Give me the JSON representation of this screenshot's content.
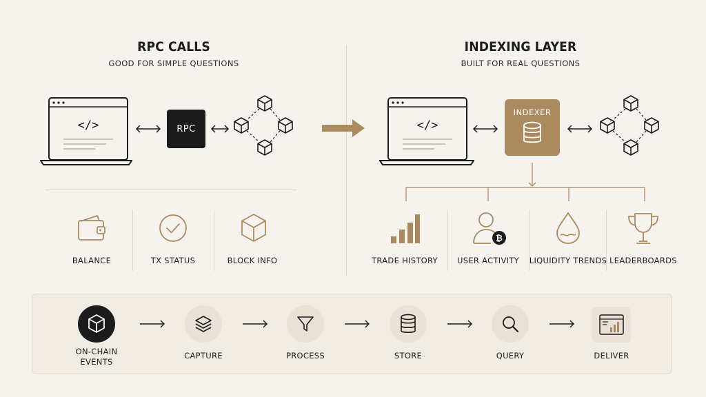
{
  "left": {
    "title": "RPC CALLS",
    "subtitle": "GOOD FOR SIMPLE QUESTIONS",
    "node_label": "RPC",
    "use_cases": [
      {
        "label": "BALANCE",
        "icon": "wallet-icon"
      },
      {
        "label": "TX STATUS",
        "icon": "check-circle-icon"
      },
      {
        "label": "BLOCK INFO",
        "icon": "cube-icon"
      }
    ]
  },
  "right": {
    "title": "INDEXING LAYER",
    "subtitle": "BUILT FOR REAL QUESTIONS",
    "node_label": "INDEXER",
    "use_cases": [
      {
        "label": "TRADE HISTORY",
        "icon": "bar-chart-icon"
      },
      {
        "label": "USER ACTIVITY",
        "icon": "user-icon"
      },
      {
        "label": "LIQUIDITY TRENDS",
        "icon": "droplet-icon"
      },
      {
        "label": "LEADERBOARDS",
        "icon": "trophy-icon"
      }
    ]
  },
  "pipeline": {
    "stages": [
      {
        "label": "ON-CHAIN EVENTS",
        "icon": "cube-icon"
      },
      {
        "label": "CAPTURE",
        "icon": "layers-icon"
      },
      {
        "label": "PROCESS",
        "icon": "filter-icon"
      },
      {
        "label": "STORE",
        "icon": "database-icon"
      },
      {
        "label": "QUERY",
        "icon": "search-icon"
      },
      {
        "label": "DELIVER",
        "icon": "dashboard-icon"
      }
    ]
  },
  "colors": {
    "background": "#f6f3ee",
    "accent": "#ab8a5f",
    "dark": "#1b1b1b",
    "pipeline_bg": "#f0ebe3"
  }
}
